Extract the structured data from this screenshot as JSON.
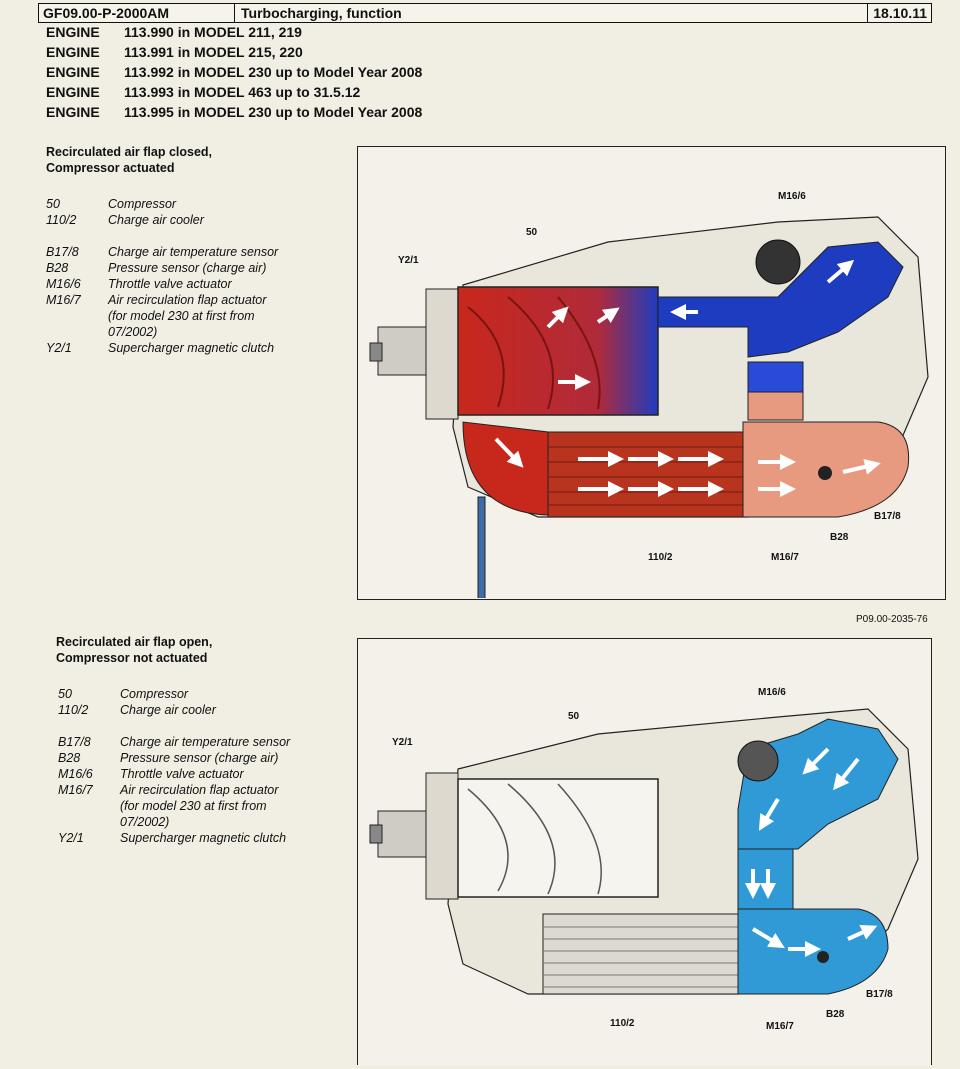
{
  "header": {
    "doc_id": "GF09.00-P-2000AM",
    "title": "Turbocharging, function",
    "date": "18.10.11"
  },
  "engines": [
    {
      "label": "ENGINE",
      "text": "113.990 in MODEL 211, 219"
    },
    {
      "label": "ENGINE",
      "text": "113.991 in MODEL 215, 220"
    },
    {
      "label": "ENGINE",
      "text": "113.992 in MODEL 230  up to Model Year 2008"
    },
    {
      "label": "ENGINE",
      "text": "113.993 in MODEL 463 up to 31.5.12"
    },
    {
      "label": "ENGINE",
      "text": "113.995 in MODEL 230  up to Model Year 2008"
    }
  ],
  "section1": {
    "title_line1": "Recirculated air flap closed,",
    "title_line2": "Compressor actuated",
    "legend_a": [
      {
        "code": "50",
        "desc": "Compressor"
      },
      {
        "code": "110/2",
        "desc": "Charge air cooler"
      }
    ],
    "legend_b": [
      {
        "code": "B17/8",
        "desc": "Charge air temperature sensor"
      },
      {
        "code": "B28",
        "desc": "Pressure sensor (charge air)"
      },
      {
        "code": "M16/6",
        "desc": "Throttle valve actuator"
      },
      {
        "code": "M16/7",
        "desc": "Air recirculation flap actuator"
      },
      {
        "code": "",
        "desc": "(for model 230 at first from"
      },
      {
        "code": "",
        "desc": "07/2002)"
      },
      {
        "code": "Y2/1",
        "desc": "Supercharger magnetic clutch"
      }
    ],
    "diagram_labels": {
      "m166": "M16/6",
      "l50": "50",
      "y21": "Y2/1",
      "b178": "B17/8",
      "b28": "B28",
      "l1102": "110/2",
      "m167": "M16/7"
    },
    "ref": "P09.00-2035-76"
  },
  "section2": {
    "title_line1": "Recirculated air flap open,",
    "title_line2": "Compressor not actuated",
    "legend_a": [
      {
        "code": "50",
        "desc": "Compressor"
      },
      {
        "code": "110/2",
        "desc": "Charge air cooler"
      }
    ],
    "legend_b": [
      {
        "code": "B17/8",
        "desc": "Charge air temperature sensor"
      },
      {
        "code": "B28",
        "desc": "Pressure sensor (charge air)"
      },
      {
        "code": "M16/6",
        "desc": "Throttle valve actuator"
      },
      {
        "code": "M16/7",
        "desc": "Air recirculation flap actuator"
      },
      {
        "code": "",
        "desc": "(for model 230 at first from"
      },
      {
        "code": "",
        "desc": "07/2002)"
      },
      {
        "code": "Y2/1",
        "desc": "Supercharger magnetic clutch"
      }
    ],
    "diagram_labels": {
      "m166": "M16/6",
      "l50": "50",
      "y21": "Y2/1",
      "b178": "B17/8",
      "b28": "B28",
      "l1102": "110/2",
      "m167": "M16/7"
    }
  },
  "colors": {
    "hot": "#c8281c",
    "warm": "#e89a80",
    "cool_blue": "#1e3cc0",
    "light_blue": "#2f9ad6"
  }
}
